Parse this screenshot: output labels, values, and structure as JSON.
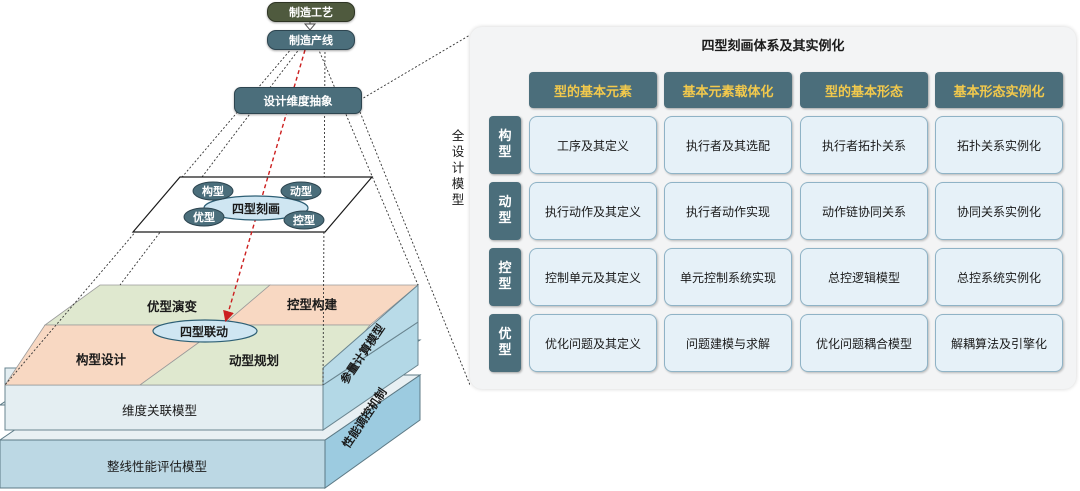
{
  "hierarchy": {
    "top": "制造工艺",
    "middle": "制造产线",
    "abstraction": "设计维度抽象"
  },
  "plane": {
    "center": "四型刻画",
    "gou": "构型",
    "dong": "动型",
    "you": "优型",
    "kong": "控型"
  },
  "block": {
    "quad_tl": "优型演变",
    "quad_tr": "控型构建",
    "quad_bl": "构型设计",
    "quad_br": "动型规划",
    "center": "四型联动",
    "side_upper": "参量计算模型",
    "slab_middle": "维度关联模型",
    "side_middle": "性能调控机制",
    "slab_bottom": "整线性能评估模型"
  },
  "panel": {
    "title": "四型刻画体系及其实例化",
    "vertical_label": [
      "全",
      "设",
      "计",
      "模",
      "型"
    ],
    "columns": [
      "型的基本元素",
      "基本元素载体化",
      "型的基本形态",
      "基本形态实例化"
    ],
    "rows": [
      {
        "head": "构型",
        "cells": [
          "工序及其定义",
          "执行者及其选配",
          "执行者拓扑关系",
          "拓扑关系实例化"
        ]
      },
      {
        "head": "动型",
        "cells": [
          "执行动作及其定义",
          "执行者动作实现",
          "动作链协同关系",
          "协同关系实例化"
        ]
      },
      {
        "head": "控型",
        "cells": [
          "控制单元及其定义",
          "单元控制系统实现",
          "总控逻辑模型",
          "总控系统实例化"
        ]
      },
      {
        "head": "优型",
        "cells": [
          "优化问题及其定义",
          "问题建模与求解",
          "优化问题耦合模型",
          "解耦算法及引擎化"
        ]
      }
    ]
  },
  "colors": {
    "dark_teal": "#4b6e7b",
    "olive": "#4f5a3e",
    "header_text": "#f2c94c",
    "cell_fill": "#e6f1f8",
    "arrow_red": "#cc1f1f",
    "quad_green": "#dfe8cf",
    "quad_peach": "#f8d8c2"
  }
}
